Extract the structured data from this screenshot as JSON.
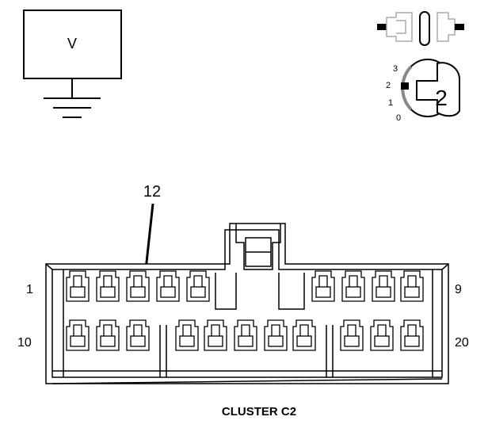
{
  "meter": {
    "symbol": "V"
  },
  "key_switch": {
    "positions": [
      "3",
      "2",
      "1",
      "0"
    ],
    "selected": "2"
  },
  "connector": {
    "title": "CLUSTER C2",
    "callout_pin": "12",
    "row1_left_pin": "1",
    "row1_right_pin": "9",
    "row2_left_pin": "10",
    "row2_right_pin": "20"
  }
}
